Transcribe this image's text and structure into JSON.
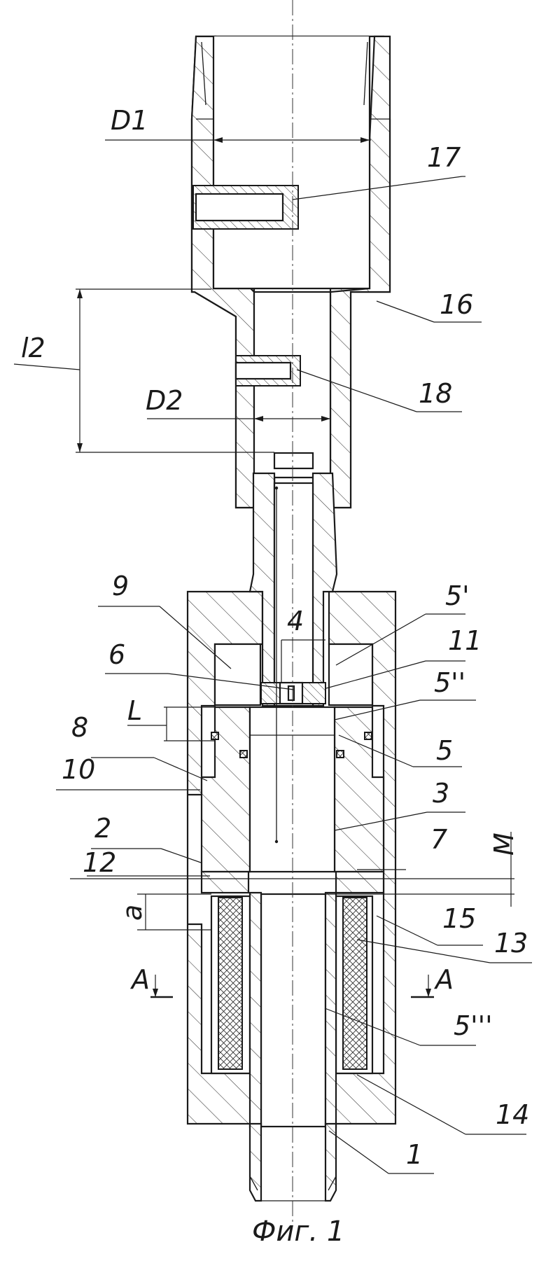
{
  "figure": {
    "caption": "Фиг. 1",
    "labels": {
      "D1": "D1",
      "D2": "D2",
      "l2": "l2",
      "L": "L",
      "M": "M",
      "a": "a",
      "A_left": "A",
      "A_right": "A",
      "n17": "17",
      "n16": "16",
      "n18": "18",
      "n9": "9",
      "n4": "4",
      "n5p": "5'",
      "n6": "6",
      "n11": "11",
      "n5pp": "5''",
      "n8": "8",
      "n5": "5",
      "n10": "10",
      "n3": "3",
      "n2": "2",
      "n7": "7",
      "n12": "12",
      "n15": "15",
      "n13": "13",
      "n5ppp": "5'''",
      "n14": "14",
      "n1": "1"
    }
  }
}
